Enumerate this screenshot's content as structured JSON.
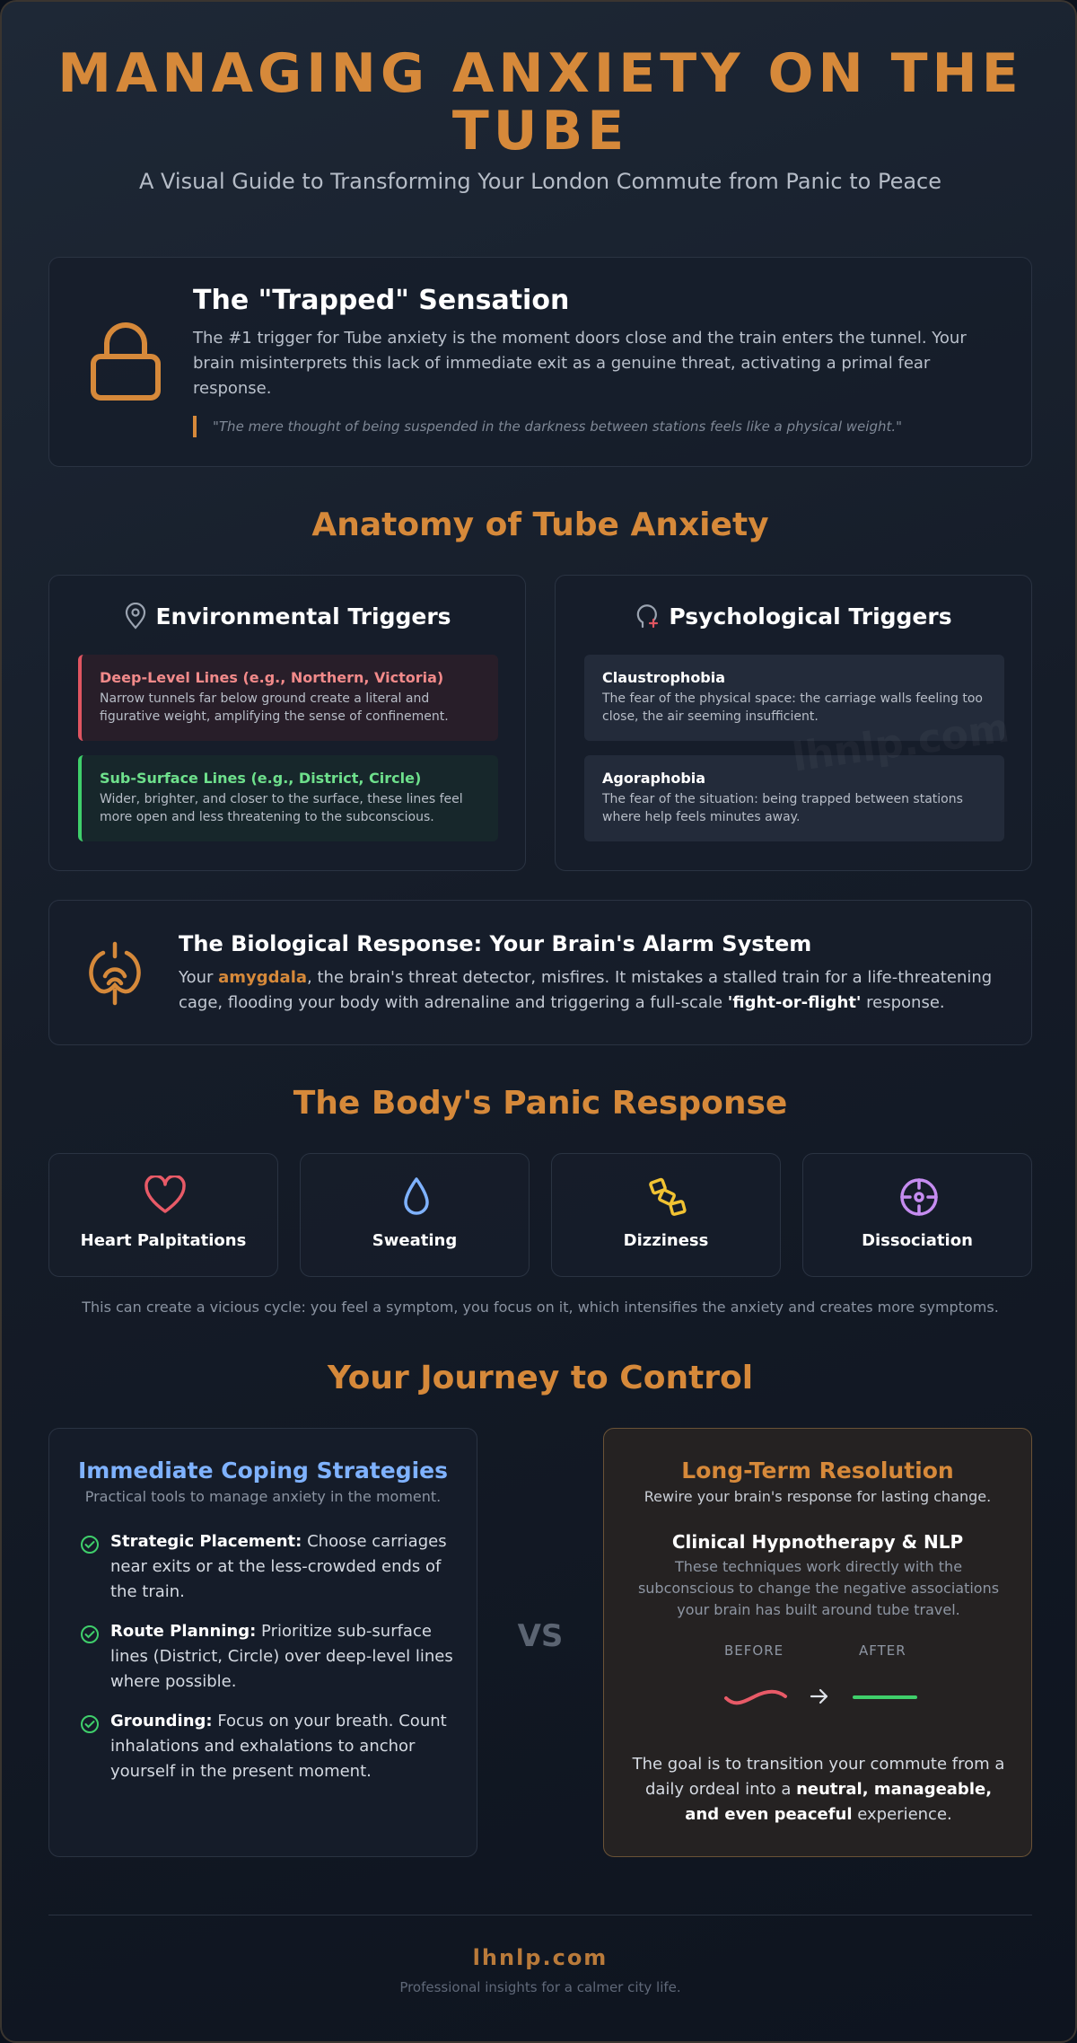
{
  "header": {
    "title": "MANAGING ANXIETY ON THE TUBE",
    "subtitle": "A Visual Guide to Transforming Your London Commute from Panic to Peace"
  },
  "trapped": {
    "icon": "lock-icon",
    "title": "The \"Trapped\" Sensation",
    "body": "The #1 trigger for Tube anxiety is the moment doors close and the train enters the tunnel. Your brain misinterprets this lack of immediate exit as a genuine threat, activating a primal fear response.",
    "quote": "\"The mere thought of being suspended in the darkness between stations feels like a physical weight.\""
  },
  "anatomy": {
    "heading": "Anatomy of Tube Anxiety",
    "environmental": {
      "icon": "map-pin-icon",
      "title": "Environmental Triggers",
      "items": [
        {
          "title": "Deep-Level Lines (e.g., Northern, Victoria)",
          "desc": "Narrow tunnels far below ground create a literal and figurative weight, amplifying the sense of confinement."
        },
        {
          "title": "Sub-Surface Lines (e.g., District, Circle)",
          "desc": "Wider, brighter, and closer to the surface, these lines feel more open and less threatening to the subconscious."
        }
      ]
    },
    "psychological": {
      "icon": "head-thought-icon",
      "title": "Psychological Triggers",
      "items": [
        {
          "title": "Claustrophobia",
          "desc": "The fear of the physical space: the carriage walls feeling too close, the air seeming insufficient."
        },
        {
          "title": "Agoraphobia",
          "desc": "The fear of the situation: being trapped between stations where help feels minutes away."
        }
      ]
    },
    "watermark": "lhnlp.com"
  },
  "biological": {
    "icon": "brain-icon",
    "title": "The Biological Response: Your Brain's Alarm System",
    "pre": "Your ",
    "amygdala": "amygdala",
    "mid": ", the brain's threat detector, misfires. It mistakes a stalled train for a life-threatening cage, flooding your body with adrenaline and triggering a full-scale ",
    "fof": "'fight-or-flight'",
    "post": " response."
  },
  "symptoms": {
    "heading": "The Body's Panic Response",
    "items": [
      {
        "icon": "heart-icon",
        "label": "Heart Palpitations",
        "color": "#e85a67"
      },
      {
        "icon": "droplet-icon",
        "label": "Sweating",
        "color": "#7fb2ff"
      },
      {
        "icon": "dizzy-icon",
        "label": "Dizziness",
        "color": "#f1c232"
      },
      {
        "icon": "crosshair-icon",
        "label": "Dissociation",
        "color": "#c58cf0"
      }
    ],
    "cycle": "This can create a vicious cycle: you feel a symptom, you focus on it, which intensifies the anxiety and creates more symptoms."
  },
  "journey": {
    "heading": "Your Journey to Control",
    "immediate": {
      "title": "Immediate Coping Strategies",
      "subtitle": "Practical tools to manage anxiety in the moment.",
      "items": [
        {
          "bold": "Strategic Placement:",
          "text": " Choose carriages near exits or at the less-crowded ends of the train."
        },
        {
          "bold": "Route Planning:",
          "text": " Prioritize sub-surface lines (District, Circle) over deep-level lines where possible."
        },
        {
          "bold": "Grounding:",
          "text": " Focus on your breath. Count inhalations and exhalations to anchor yourself in the present moment."
        }
      ]
    },
    "vs": "VS",
    "longterm": {
      "title": "Long-Term Resolution",
      "subtitle": "Rewire your brain's response for lasting change.",
      "method": "Clinical Hypnotherapy & NLP",
      "desc": "These techniques work directly with the subconscious to change the negative associations your brain has built around tube travel.",
      "before": "BEFORE",
      "after": "AFTER",
      "goal_pre": "The goal is to transition your commute from a daily ordeal into a ",
      "goal_bold": "neutral, manageable, and even peaceful",
      "goal_post": " experience."
    }
  },
  "footer": {
    "brand": "lhnlp.com",
    "tagline": "Professional insights for a calmer city life."
  },
  "colors": {
    "accent": "#d6893a",
    "blue": "#7fb2ff",
    "red": "#e05561",
    "green": "#3fcf6b"
  }
}
